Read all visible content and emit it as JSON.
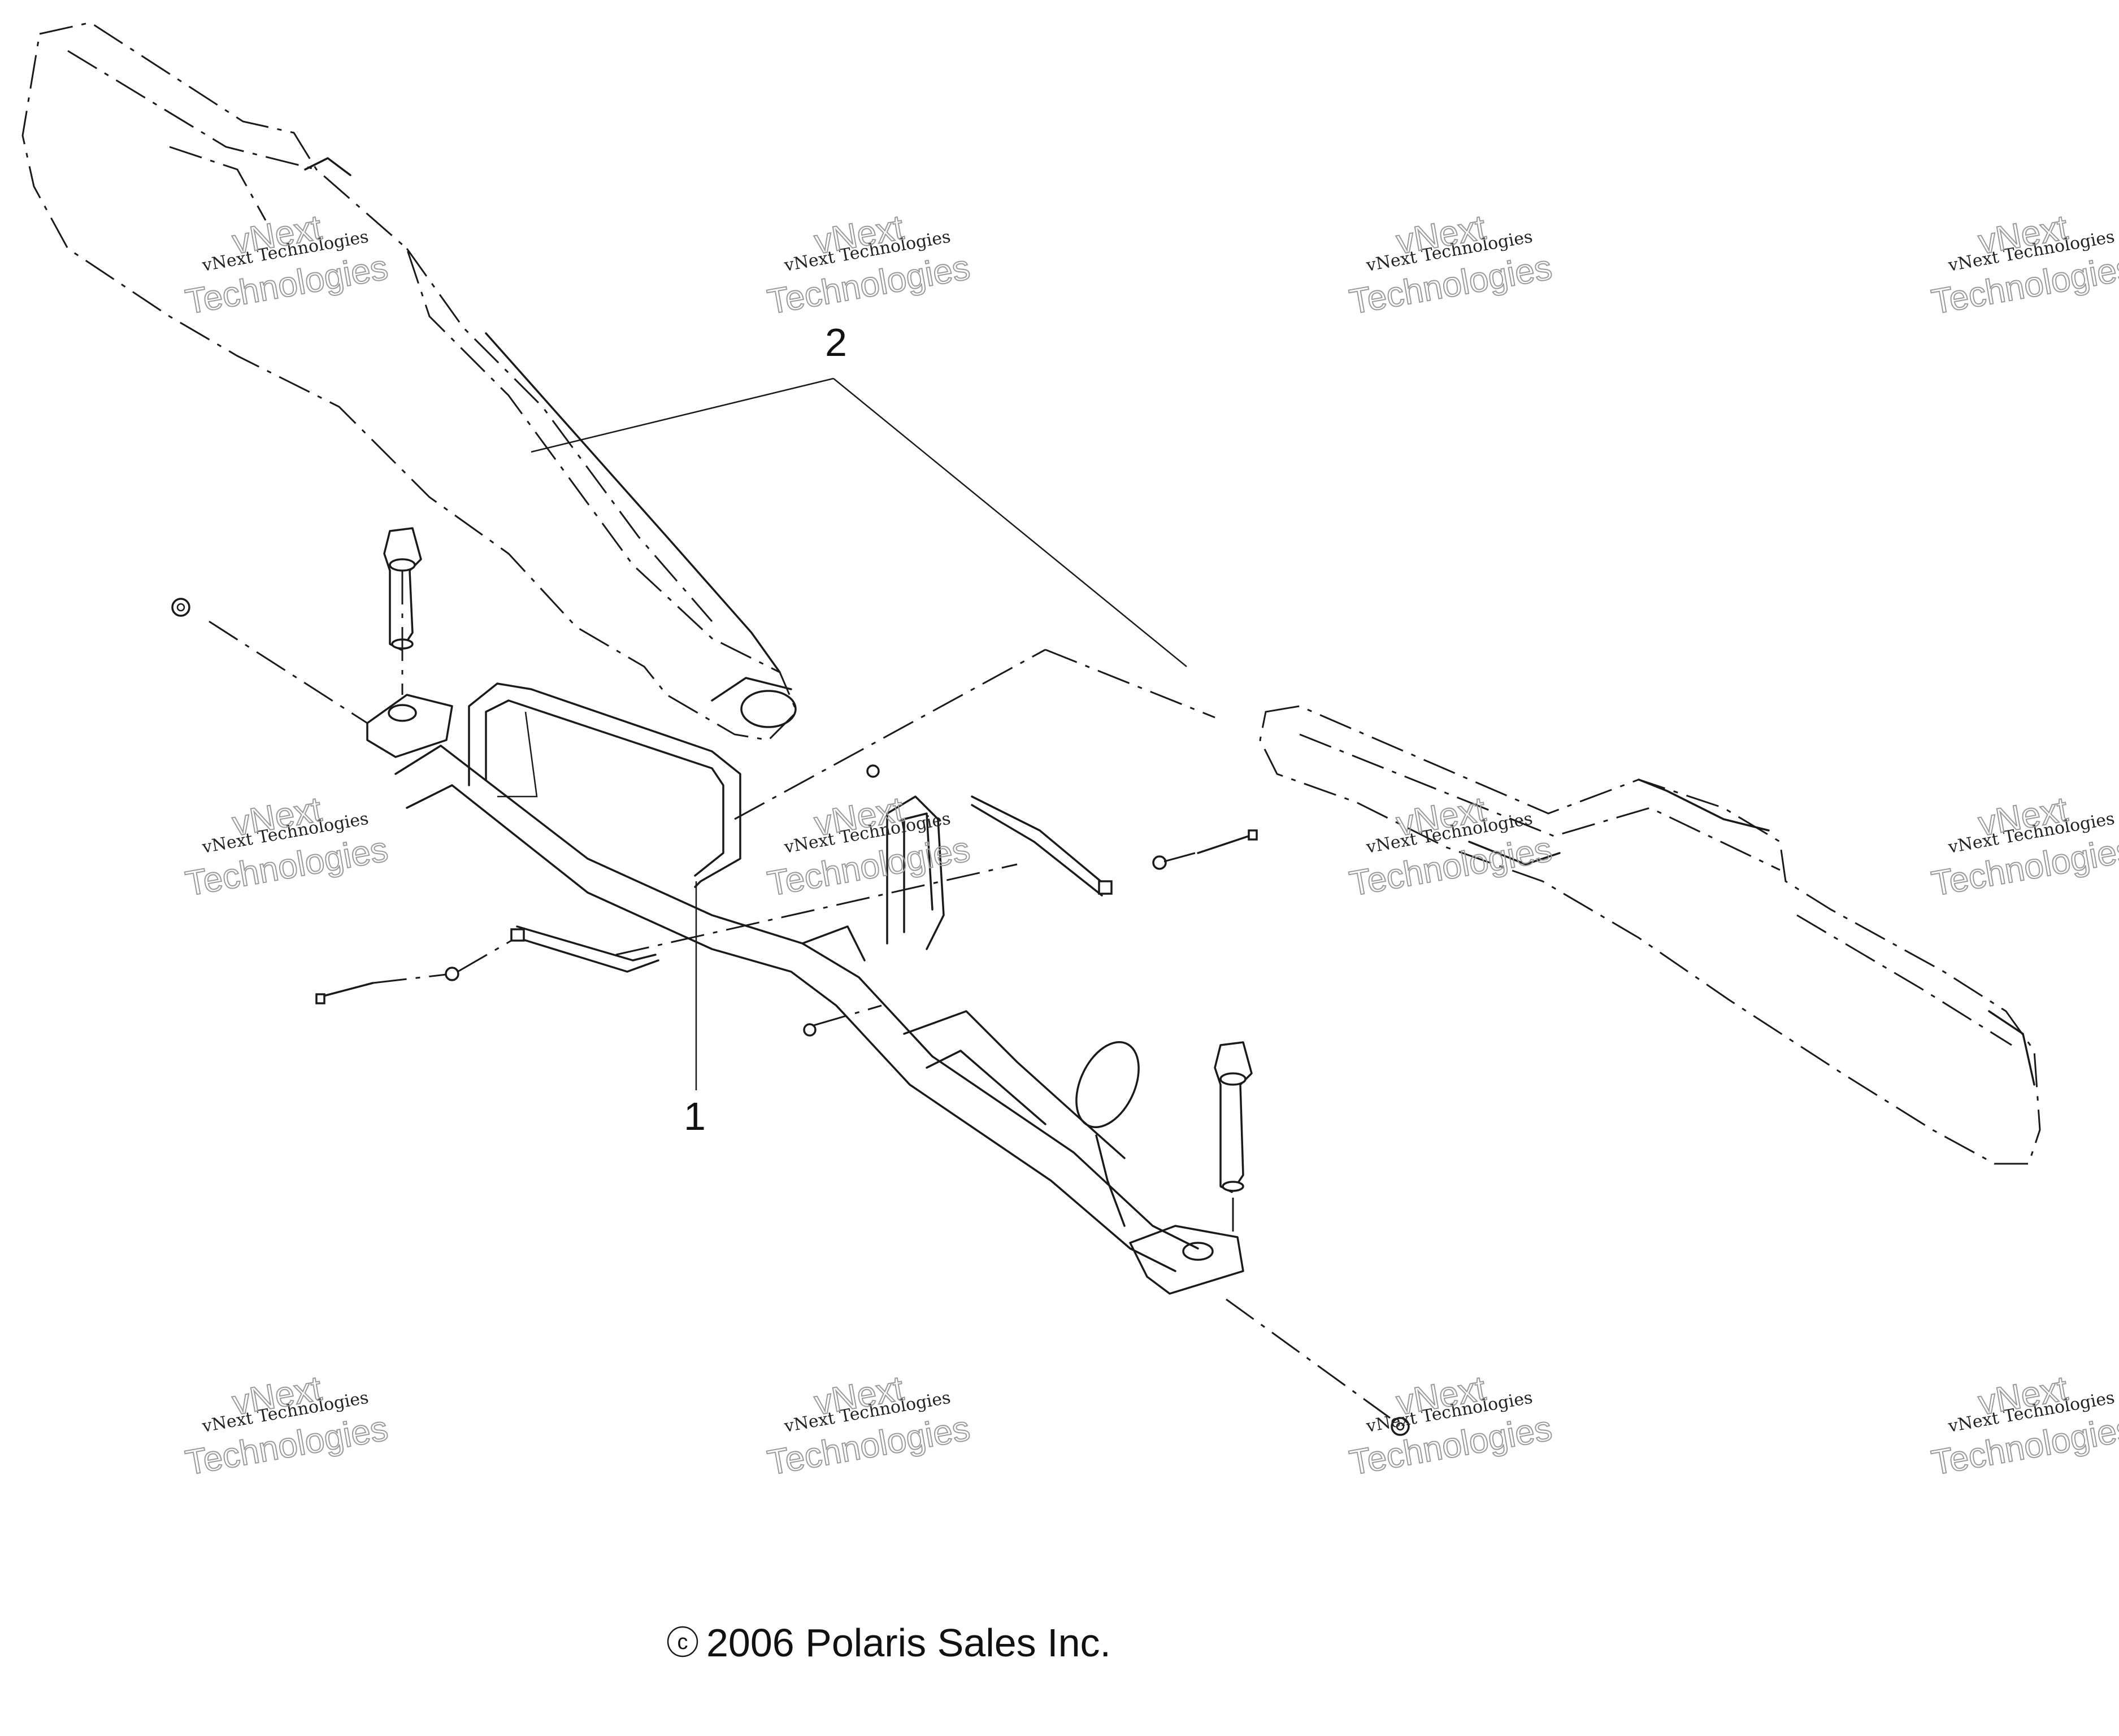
{
  "diagram": {
    "callouts": {
      "frame": "1",
      "pads": "2"
    },
    "copyright": "2006 Polaris Sales Inc.",
    "copyright_symbol": "c",
    "watermark": {
      "line1": "vNext Technologies",
      "line2": "vNext",
      "line3": "Technologies"
    }
  }
}
